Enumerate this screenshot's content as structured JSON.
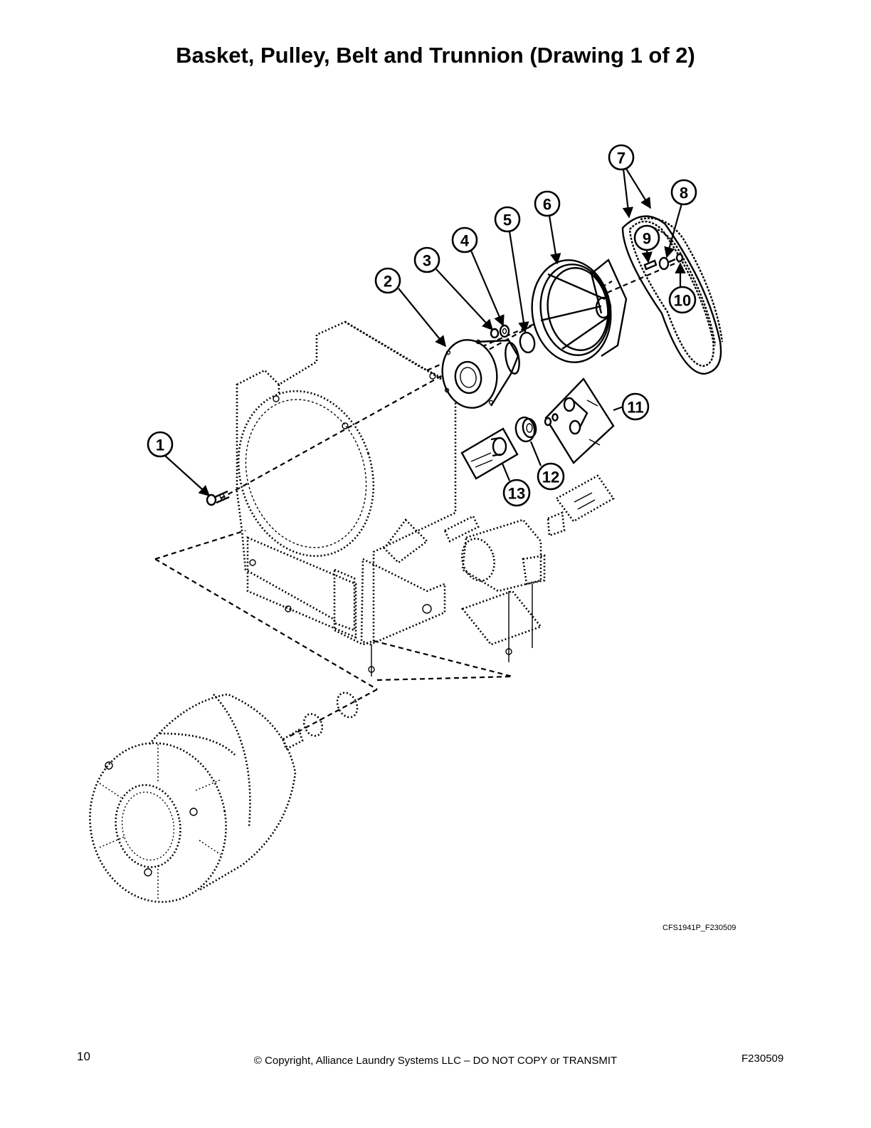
{
  "title": "Basket, Pulley, Belt and Trunnion (Drawing 1 of 2)",
  "callouts": [
    "1",
    "2",
    "3",
    "4",
    "5",
    "6",
    "7",
    "8",
    "9",
    "10",
    "11",
    "12",
    "13"
  ],
  "drawing_code": "CFS1941P_F230509",
  "footer": {
    "page_number": "10",
    "copyright": "© Copyright, Alliance Laundry Systems LLC – DO NOT COPY or TRANSMIT",
    "doc_code": "F230509"
  }
}
